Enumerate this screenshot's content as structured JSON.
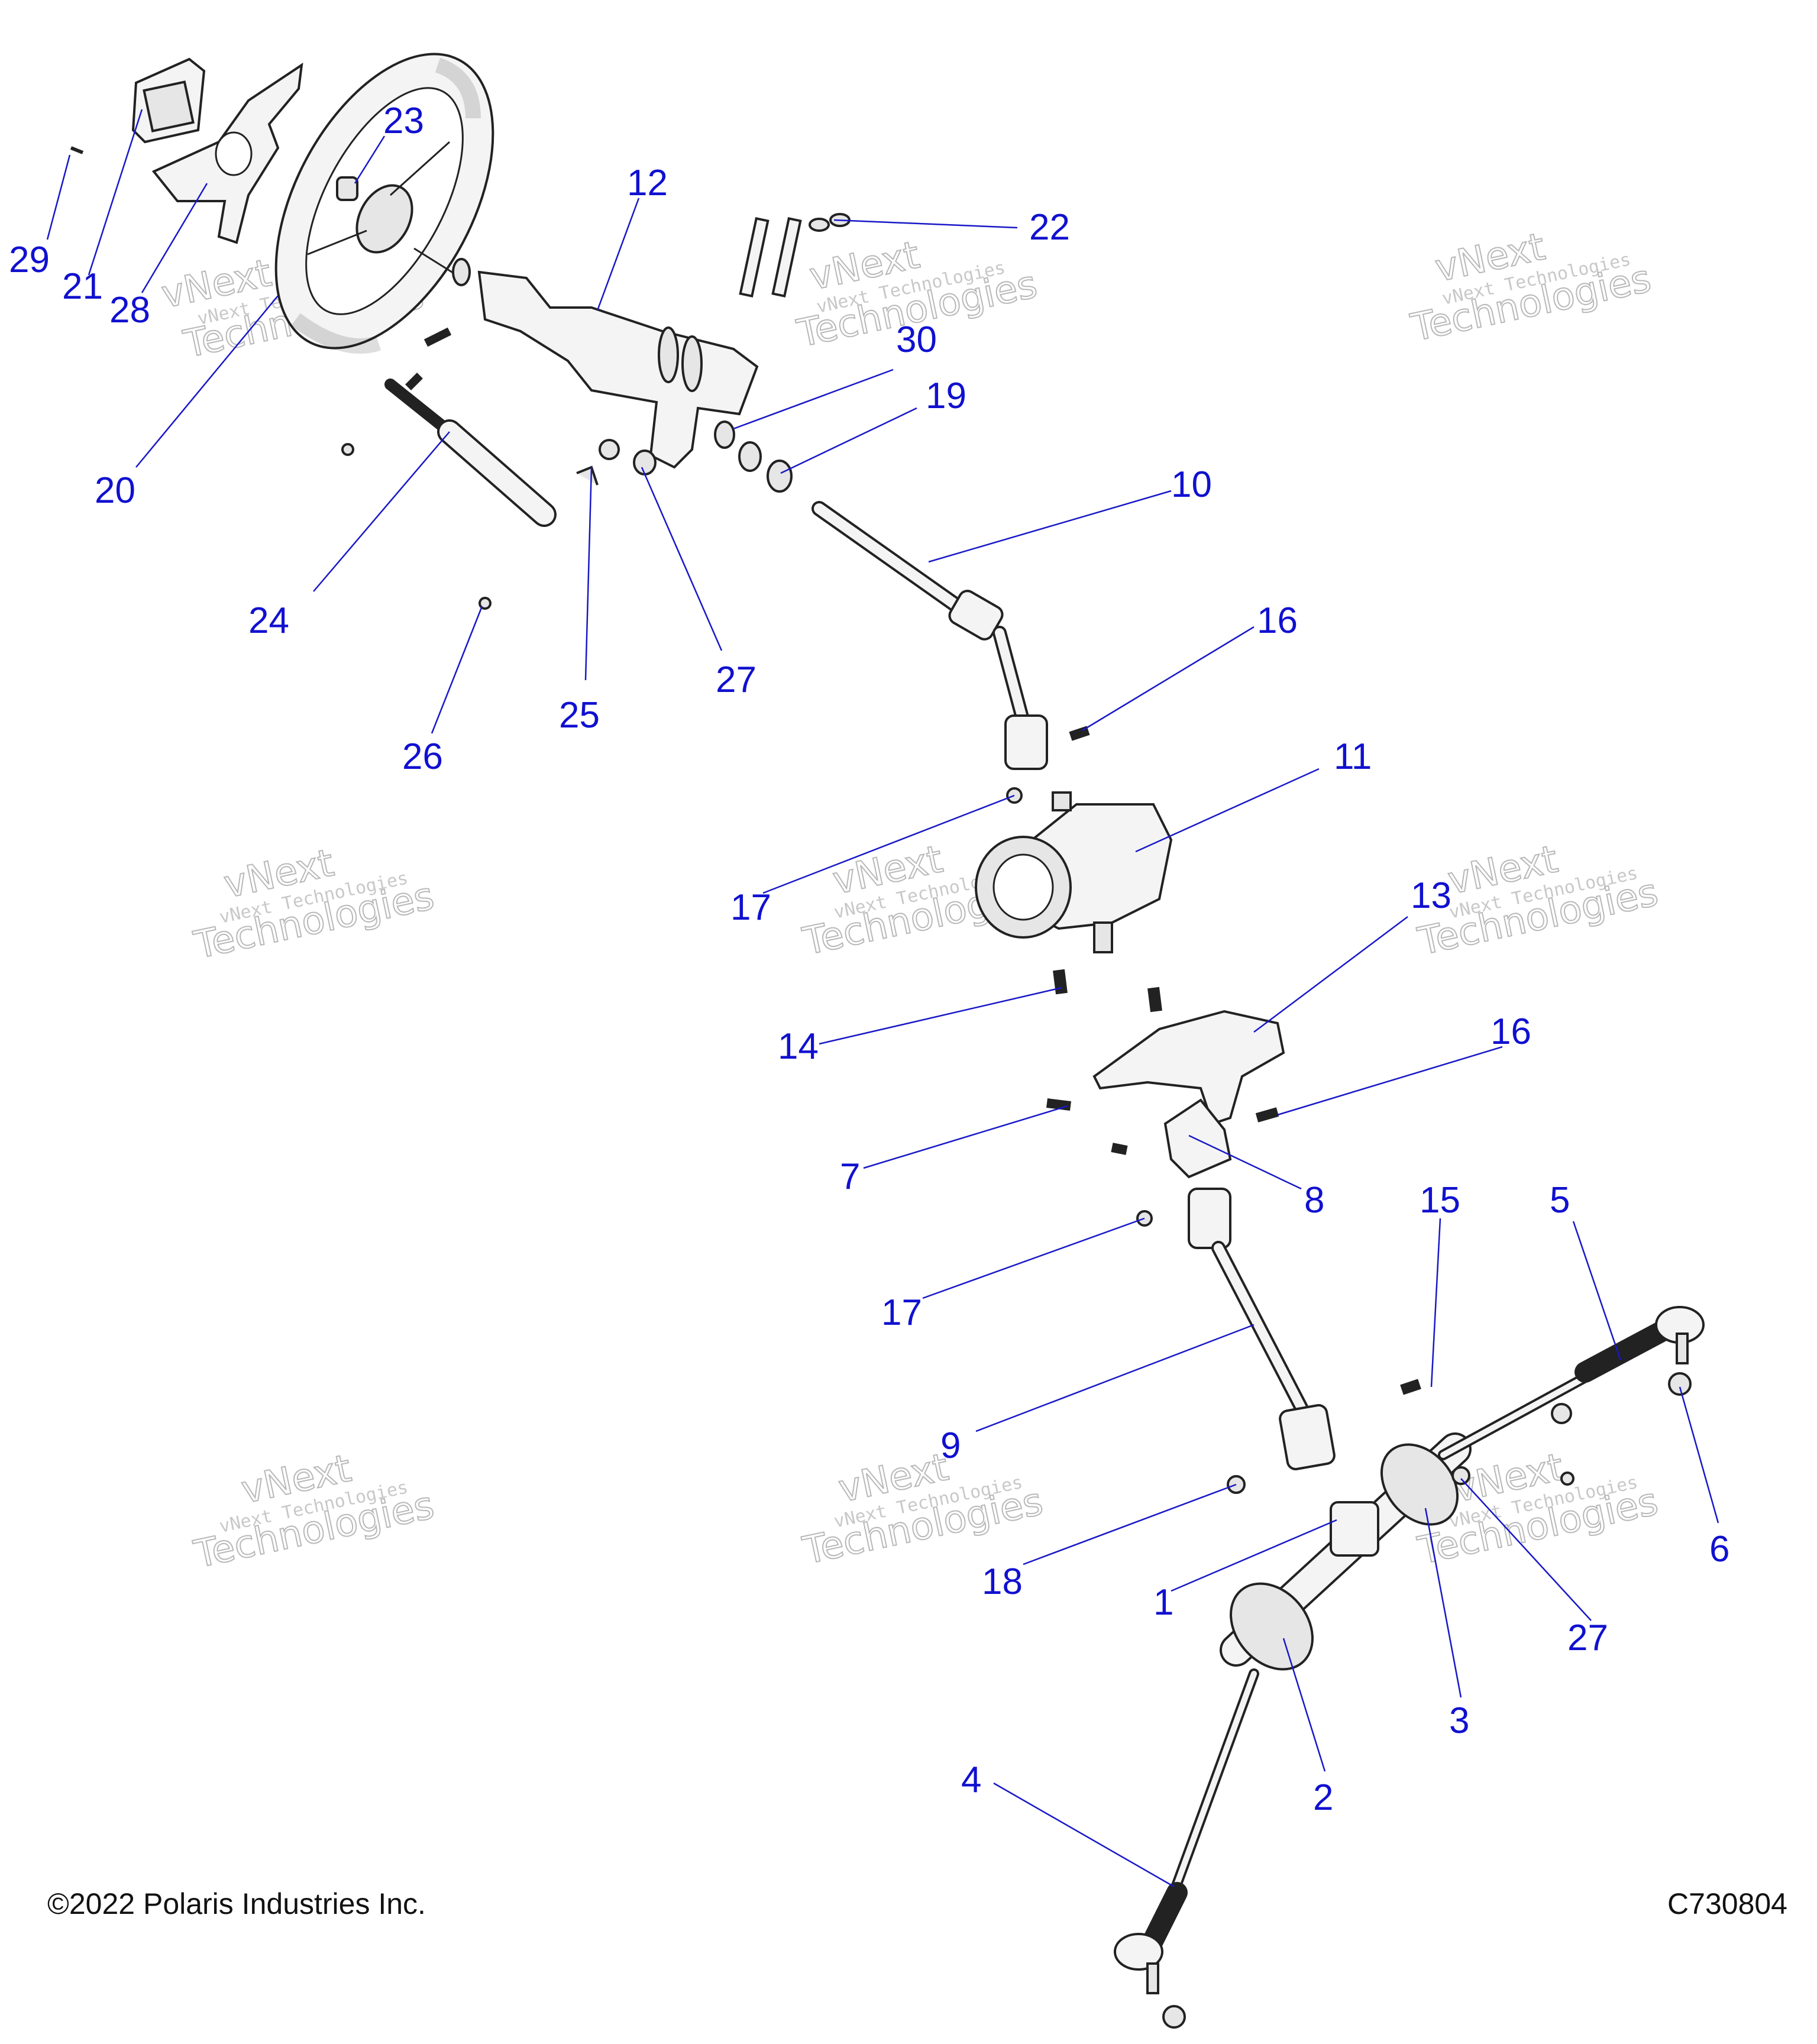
{
  "watermark": {
    "line1": "vNext Technologies",
    "big_top": "vNext",
    "big_bottom": "Technologies"
  },
  "callouts": [
    "1",
    "2",
    "3",
    "4",
    "5",
    "6",
    "7",
    "8",
    "9",
    "10",
    "11",
    "12",
    "13",
    "14",
    "15",
    "16",
    "16",
    "17",
    "17",
    "18",
    "19",
    "20",
    "21",
    "22",
    "23",
    "24",
    "25",
    "26",
    "27",
    "27",
    "28",
    "29",
    "30"
  ],
  "footer": {
    "copyright": "©2022 Polaris Industries Inc.",
    "drawing_number": "C730804"
  },
  "colors": {
    "callout": "#1010d0",
    "linework": "#222222",
    "watermark": "#9a9a9a"
  }
}
